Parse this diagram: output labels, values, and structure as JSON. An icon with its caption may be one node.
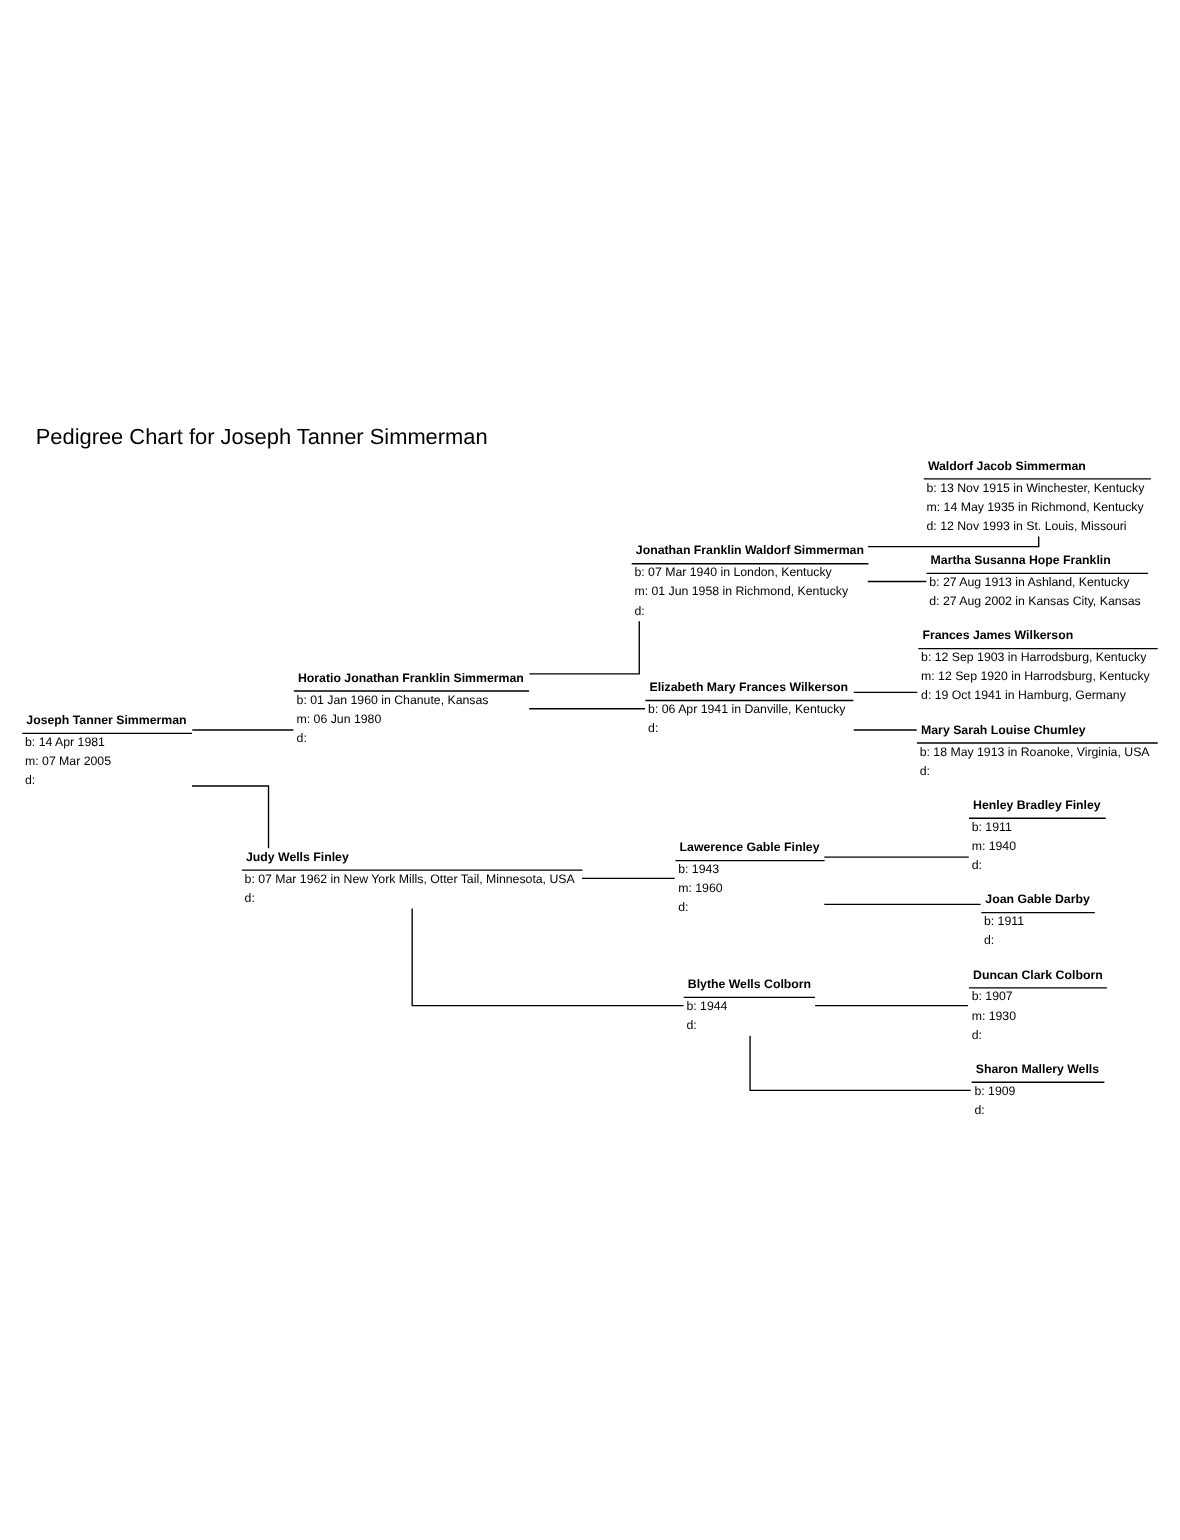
{
  "diagram": {
    "title": "Pedigree Chart for Joseph Tanner Simmerman",
    "nodes": [
      {
        "text": [
          "Joseph Tanner Simmerman",
          "b: 14 Apr 1981",
          "m: 07 Mar 2005",
          "d:"
        ]
      },
      {
        "text": [
          "Horatio Jonathan Franklin Simmerman",
          "b: 01 Jan 1960 in Chanute, Kansas",
          "m: 06 Jun 1980",
          "d:"
        ]
      },
      {
        "text": [
          "Jonathan Franklin Waldorf Simmerman",
          "b: 07 Mar 1940 in London, Kentucky",
          "m: 01 Jun 1958 in Richmond, Kentucky",
          "d:"
        ]
      },
      {
        "text": [
          "Waldorf Jacob Simmerman",
          "b: 13 Nov 1915 in Winchester, Kentucky",
          "m: 14 May 1935 in Richmond, Kentucky",
          "d: 12 Nov 1993 in St. Louis, Missouri"
        ]
      },
      {
        "text": [
          "Martha Susanna Hope Franklin",
          "b: 27 Aug 1913 in Ashland, Kentucky",
          "d: 27 Aug 2002 in Kansas City, Kansas"
        ]
      },
      {
        "text": [
          "Elizabeth Mary Frances Wilkerson",
          "b: 06 Apr 1941 in Danville, Kentucky",
          "d:"
        ]
      },
      {
        "text": [
          "Frances James Wilkerson",
          "b: 12 Sep 1903 in Harrodsburg, Kentucky",
          "m: 12 Sep 1920 in Harrodsburg, Kentucky",
          "d: 19 Oct 1941 in Hamburg, Germany"
        ]
      },
      {
        "text": [
          "Mary Sarah Louise Chumley",
          "b: 18 May 1913 in Roanoke, Virginia, USA",
          "d:"
        ]
      },
      {
        "text": [
          "Judy Wells Finley",
          "b: 07 Mar 1962 in New York Mills, Otter Tail, Minnesota, USA",
          "d:"
        ]
      },
      {
        "text": [
          "Lawerence Gable Finley",
          "b: 1943",
          "m: 1960",
          "d:"
        ]
      },
      {
        "text": [
          "Henley Bradley Finley",
          "b: 1911",
          "m: 1940",
          "d:"
        ]
      },
      {
        "text": [
          "Joan Gable Darby",
          "b: 1911",
          "d:"
        ]
      },
      {
        "text": [
          "Blythe Wells Colborn",
          "b: 1944",
          "d:"
        ]
      },
      {
        "text": [
          "Duncan Clark Colborn",
          "b: 1907",
          "m: 1930",
          "d:"
        ]
      },
      {
        "text": [
          "Sharon Mallery Wells",
          "b: 1909",
          "d:"
        ]
      }
    ],
    "edges": [
      {
        "from": 0,
        "to": 1,
        "arrow": "none"
      },
      {
        "from": 0,
        "to": 8,
        "arrow": "none"
      },
      {
        "from": 1,
        "to": 2,
        "arrow": "none"
      },
      {
        "from": 1,
        "to": 5,
        "arrow": "none"
      },
      {
        "from": 2,
        "to": 3,
        "arrow": "none"
      },
      {
        "from": 2,
        "to": 4,
        "arrow": "none"
      },
      {
        "from": 5,
        "to": 6,
        "arrow": "none"
      },
      {
        "from": 5,
        "to": 7,
        "arrow": "none"
      },
      {
        "from": 8,
        "to": 9,
        "arrow": "none"
      },
      {
        "from": 8,
        "to": 12,
        "arrow": "none"
      },
      {
        "from": 9,
        "to": 10,
        "arrow": "none"
      },
      {
        "from": 9,
        "to": 11,
        "arrow": "none"
      },
      {
        "from": 12,
        "to": 13,
        "arrow": "none"
      },
      {
        "from": 12,
        "to": 14,
        "arrow": "none"
      }
    ]
  }
}
